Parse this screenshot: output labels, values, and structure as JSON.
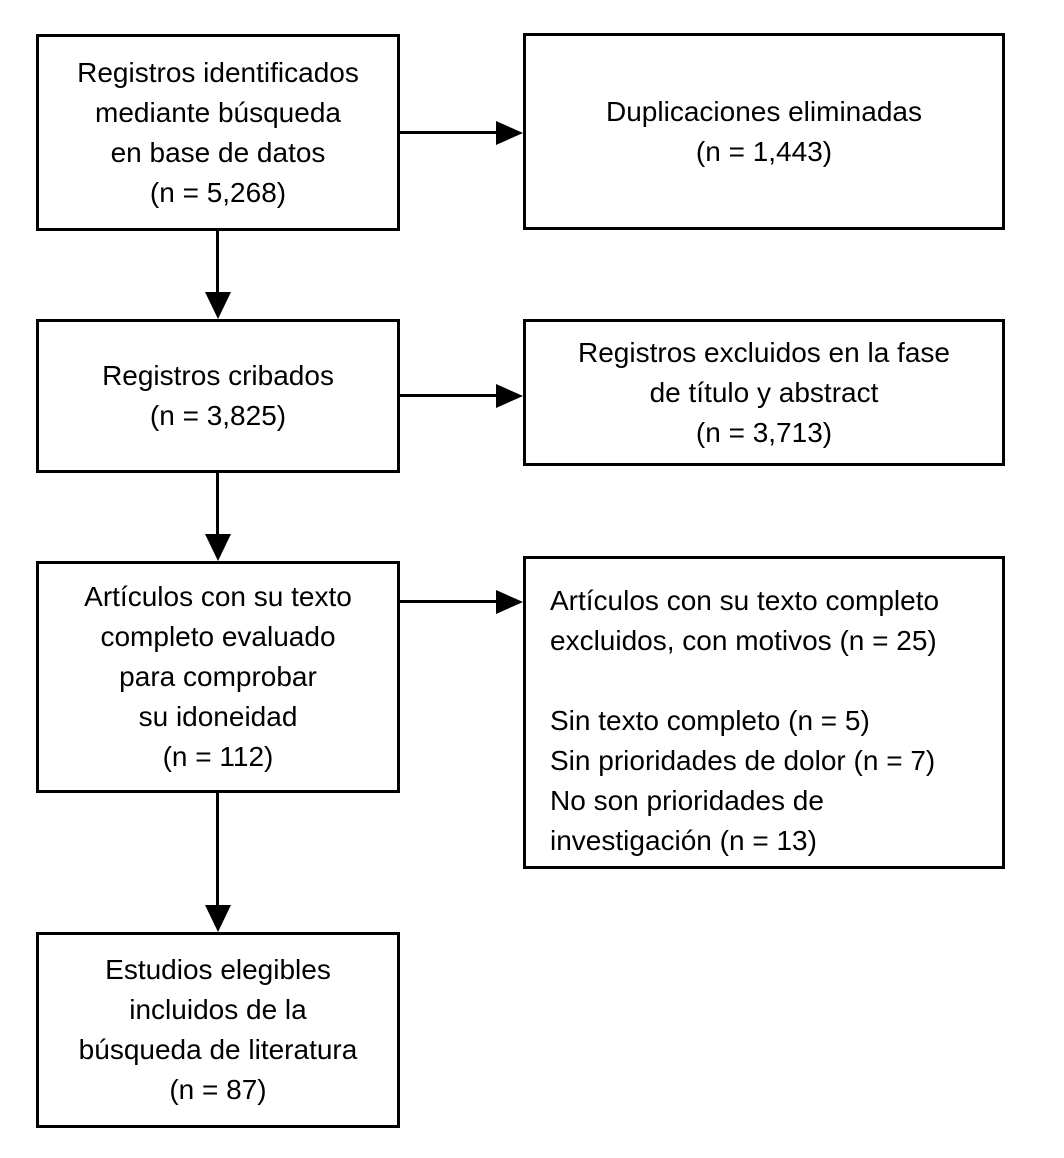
{
  "flowchart": {
    "type": "prisma-flow",
    "colors": {
      "background": "#ffffff",
      "border": "#000000",
      "text": "#000000",
      "arrow": "#000000"
    },
    "nodes": {
      "identified": {
        "id": "identified",
        "n": "5,268",
        "lines": [
          "Registros identificados",
          "mediante búsqueda",
          "en base de datos",
          "(n = 5,268)"
        ]
      },
      "duplicates": {
        "id": "duplicates-removed",
        "n": "1,443",
        "lines": [
          "Duplicaciones eliminadas",
          "(n = 1,443)"
        ]
      },
      "screened": {
        "id": "screened",
        "n": "3,825",
        "lines": [
          "Registros cribados",
          "(n = 3,825)"
        ]
      },
      "excluded_title_abstract": {
        "id": "excluded-title-abstract",
        "n": "3,713",
        "lines": [
          "Registros excluidos en la fase",
          "de título y abstract",
          "(n = 3,713)"
        ]
      },
      "fulltext_assessed": {
        "id": "fulltext-assessed",
        "n": "112",
        "lines": [
          "Artículos con su texto",
          "completo evaluado",
          "para comprobar",
          "su idoneidad",
          "(n = 112)"
        ]
      },
      "fulltext_excluded": {
        "id": "fulltext-excluded",
        "n": "25",
        "lines": [
          "Artículos con su texto completo",
          "excluidos, con motivos (n = 25)",
          "",
          "Sin texto completo (n = 5)",
          "Sin prioridades de dolor (n = 7)",
          "No son prioridades de",
          "investigación (n = 13)"
        ]
      },
      "included": {
        "id": "included",
        "n": "87",
        "lines": [
          "Estudios elegibles",
          "incluidos de la",
          "búsqueda de literatura",
          "(n = 87)"
        ]
      }
    },
    "edges": [
      {
        "from": "identified",
        "to": "duplicates-removed",
        "direction": "right"
      },
      {
        "from": "identified",
        "to": "screened",
        "direction": "down"
      },
      {
        "from": "screened",
        "to": "excluded-title-abstract",
        "direction": "right"
      },
      {
        "from": "screened",
        "to": "fulltext-assessed",
        "direction": "down"
      },
      {
        "from": "fulltext-assessed",
        "to": "fulltext-excluded",
        "direction": "right"
      },
      {
        "from": "fulltext-assessed",
        "to": "included",
        "direction": "down"
      }
    ]
  }
}
